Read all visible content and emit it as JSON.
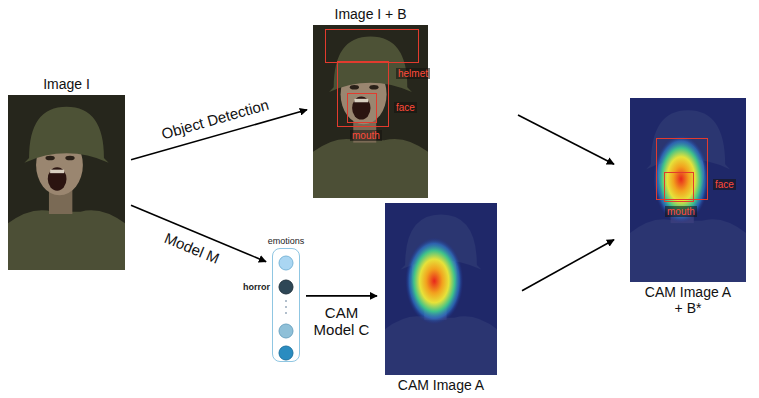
{
  "diagram": {
    "nodes": [
      {
        "text": [
          "Image I"
        ]
      },
      {
        "text": [
          "Image I + B"
        ]
      },
      {
        "text": [
          "helmet"
        ],
        "in": 1
      },
      {
        "text": [
          "face"
        ],
        "in": 1
      },
      {
        "text": [
          "mouth"
        ],
        "in": 1
      },
      {
        "text": [
          "emotions",
          "horror"
        ]
      },
      {
        "text": [
          "CAM Image A"
        ]
      },
      {
        "text": [
          "CAM Image A + B*"
        ]
      },
      {
        "text": [
          "face"
        ],
        "in": 7
      },
      {
        "text": [
          "mouth"
        ],
        "in": 7
      }
    ],
    "edges": [
      {
        "from": 0,
        "to": 1,
        "arrow": "to",
        "label": "Object Detection"
      },
      {
        "from": 0,
        "to": 5,
        "arrow": "to",
        "label": "Model M"
      },
      {
        "from": 5,
        "to": 6,
        "arrow": "to",
        "label": "CAM Model C"
      },
      {
        "from": 1,
        "to": 7,
        "arrow": "to"
      },
      {
        "from": 6,
        "to": 7,
        "arrow": "to"
      }
    ]
  }
}
